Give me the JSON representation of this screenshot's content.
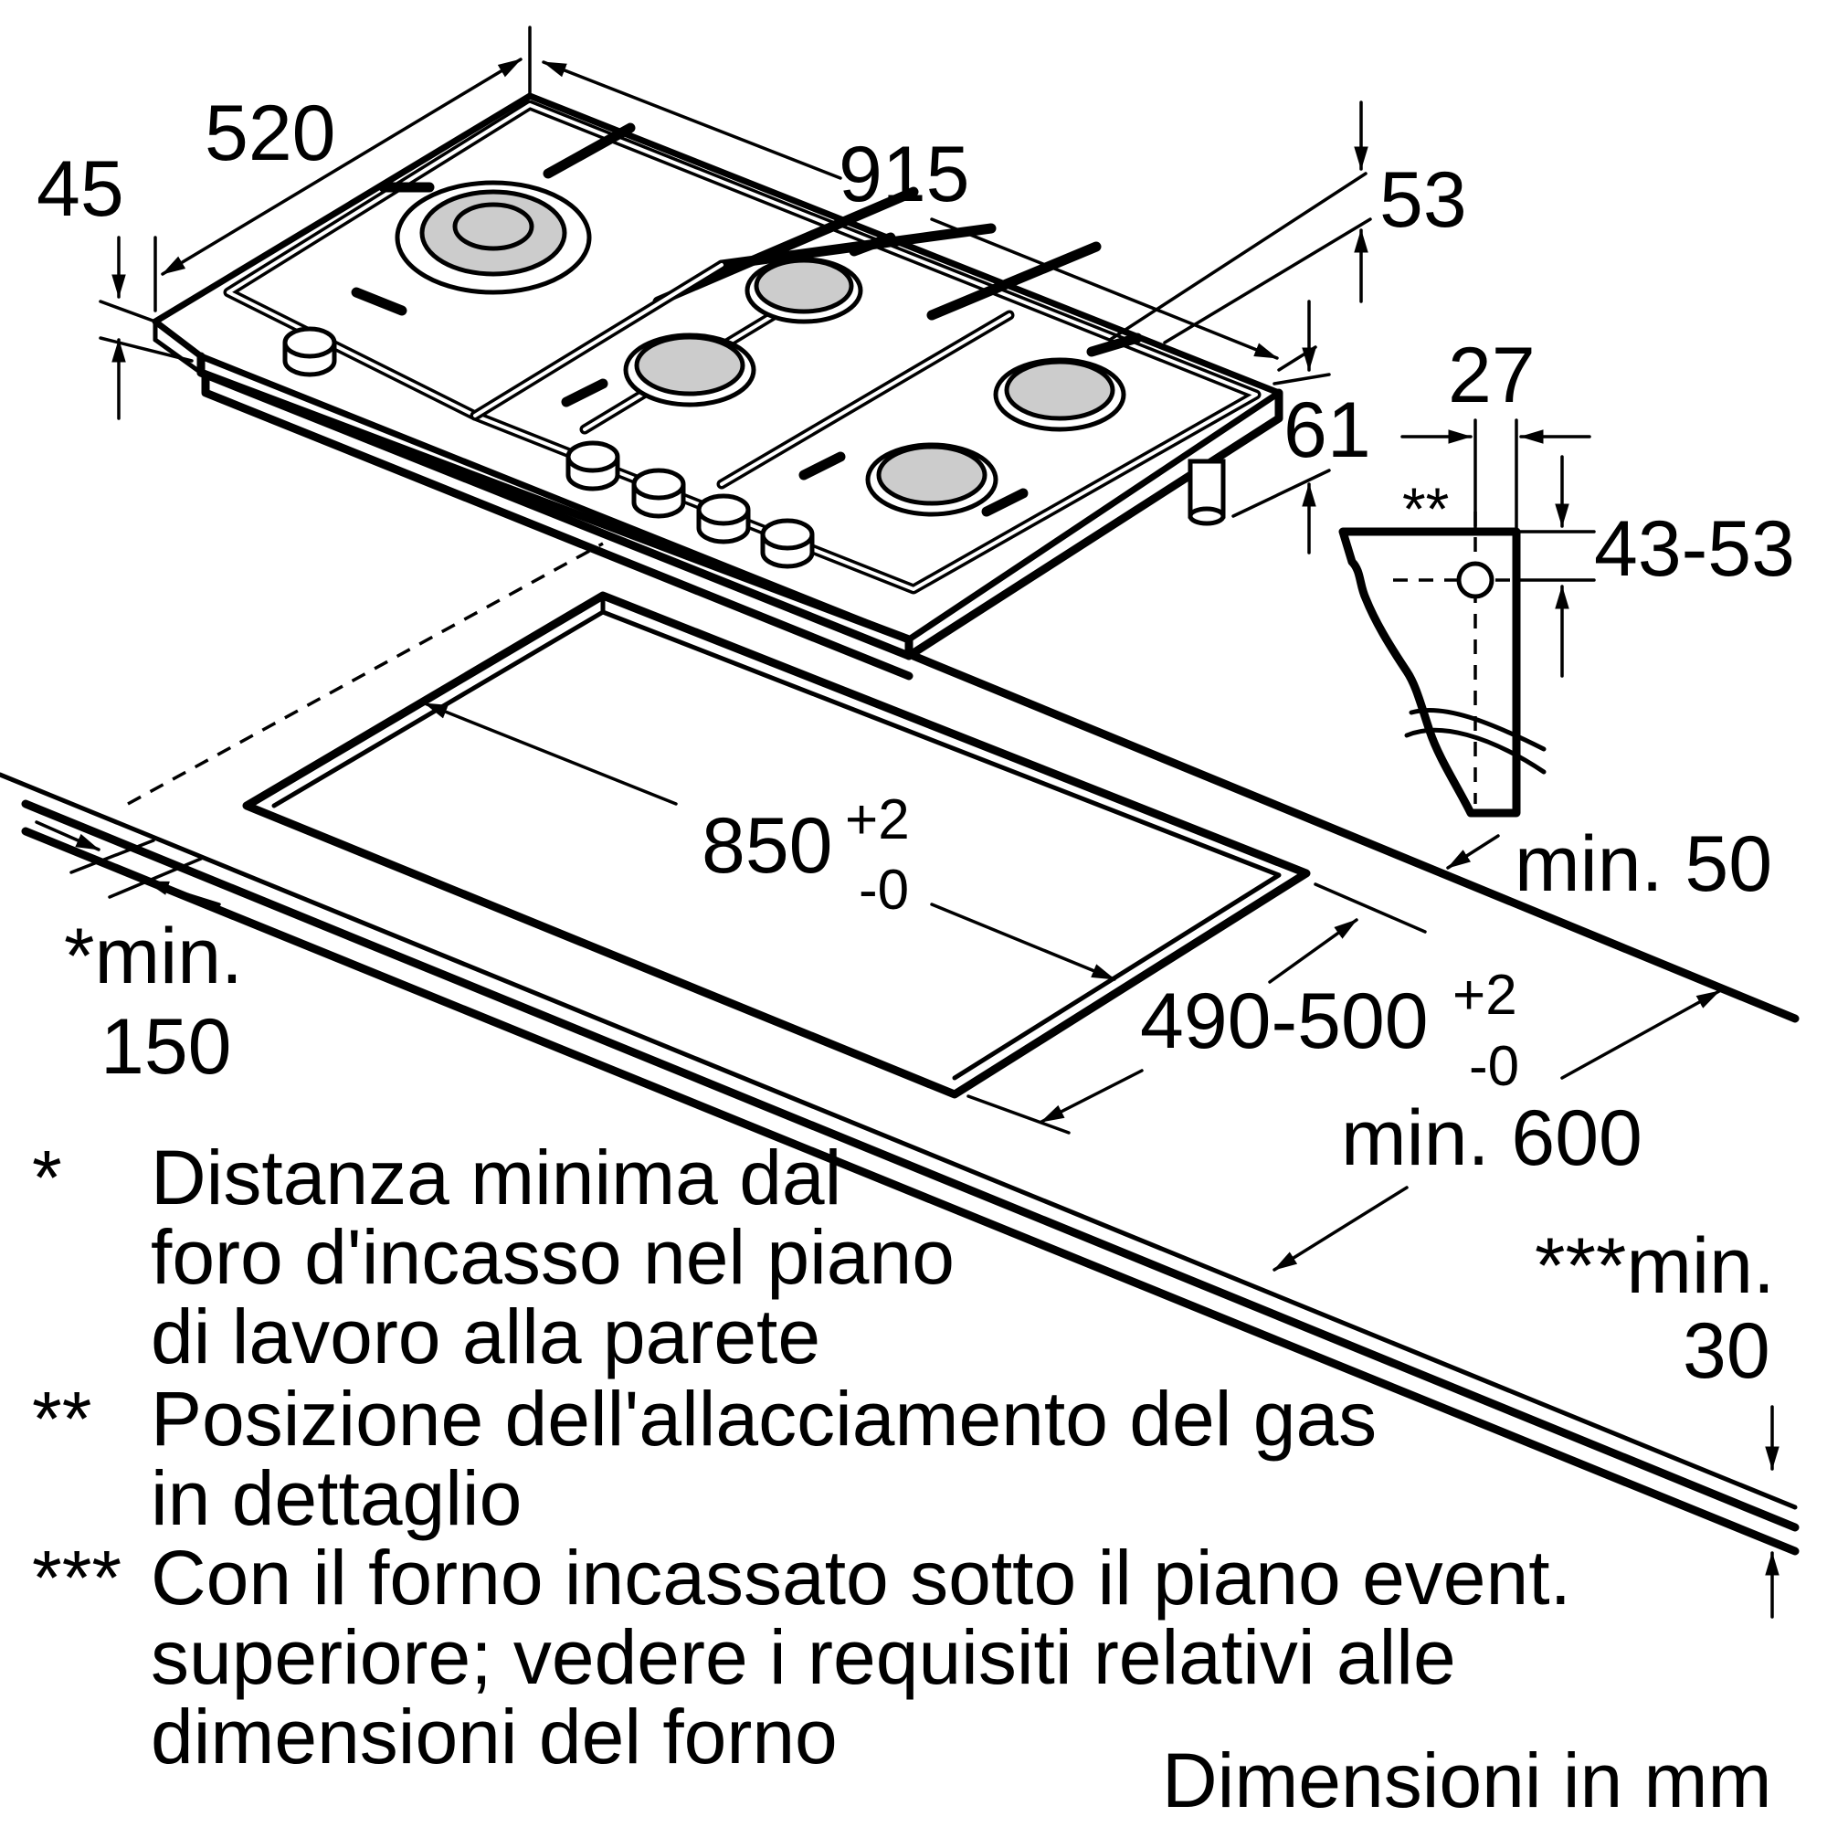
{
  "dimensions": {
    "d45": "45",
    "d520": "520",
    "d915": "915",
    "d53": "53",
    "d27": "27",
    "d61": "61",
    "d43_53": "43-53",
    "conn_mark": "**",
    "d850_main": "850",
    "d850_tol_plus": "+2",
    "d850_tol_minus": "-0",
    "d490_main": "490-500",
    "d490_tol_plus": "+2",
    "d490_tol_minus": "-0",
    "min50": "min. 50",
    "min600": "min. 600",
    "min150_line1": "*min.",
    "min150_line2": "150",
    "min30_line1": "***min.",
    "min30_line2": "30"
  },
  "notes": [
    {
      "marker": "*",
      "lines": [
        "Distanza minima dal",
        "foro d'incasso nel piano",
        "di lavoro alla parete"
      ]
    },
    {
      "marker": "**",
      "lines": [
        "Posizione dell'allacciamento del gas",
        "in dettaglio"
      ]
    },
    {
      "marker": "***",
      "lines": [
        "Con il forno incassato sotto il piano event.",
        "superiore; vedere i requisiti relativi alle",
        "dimensioni del forno"
      ]
    }
  ],
  "units_note": "Dimensioni in mm",
  "icons": {
    "burner": "burner-icon",
    "knob": "knob-icon",
    "arrow": "arrow-icon"
  }
}
